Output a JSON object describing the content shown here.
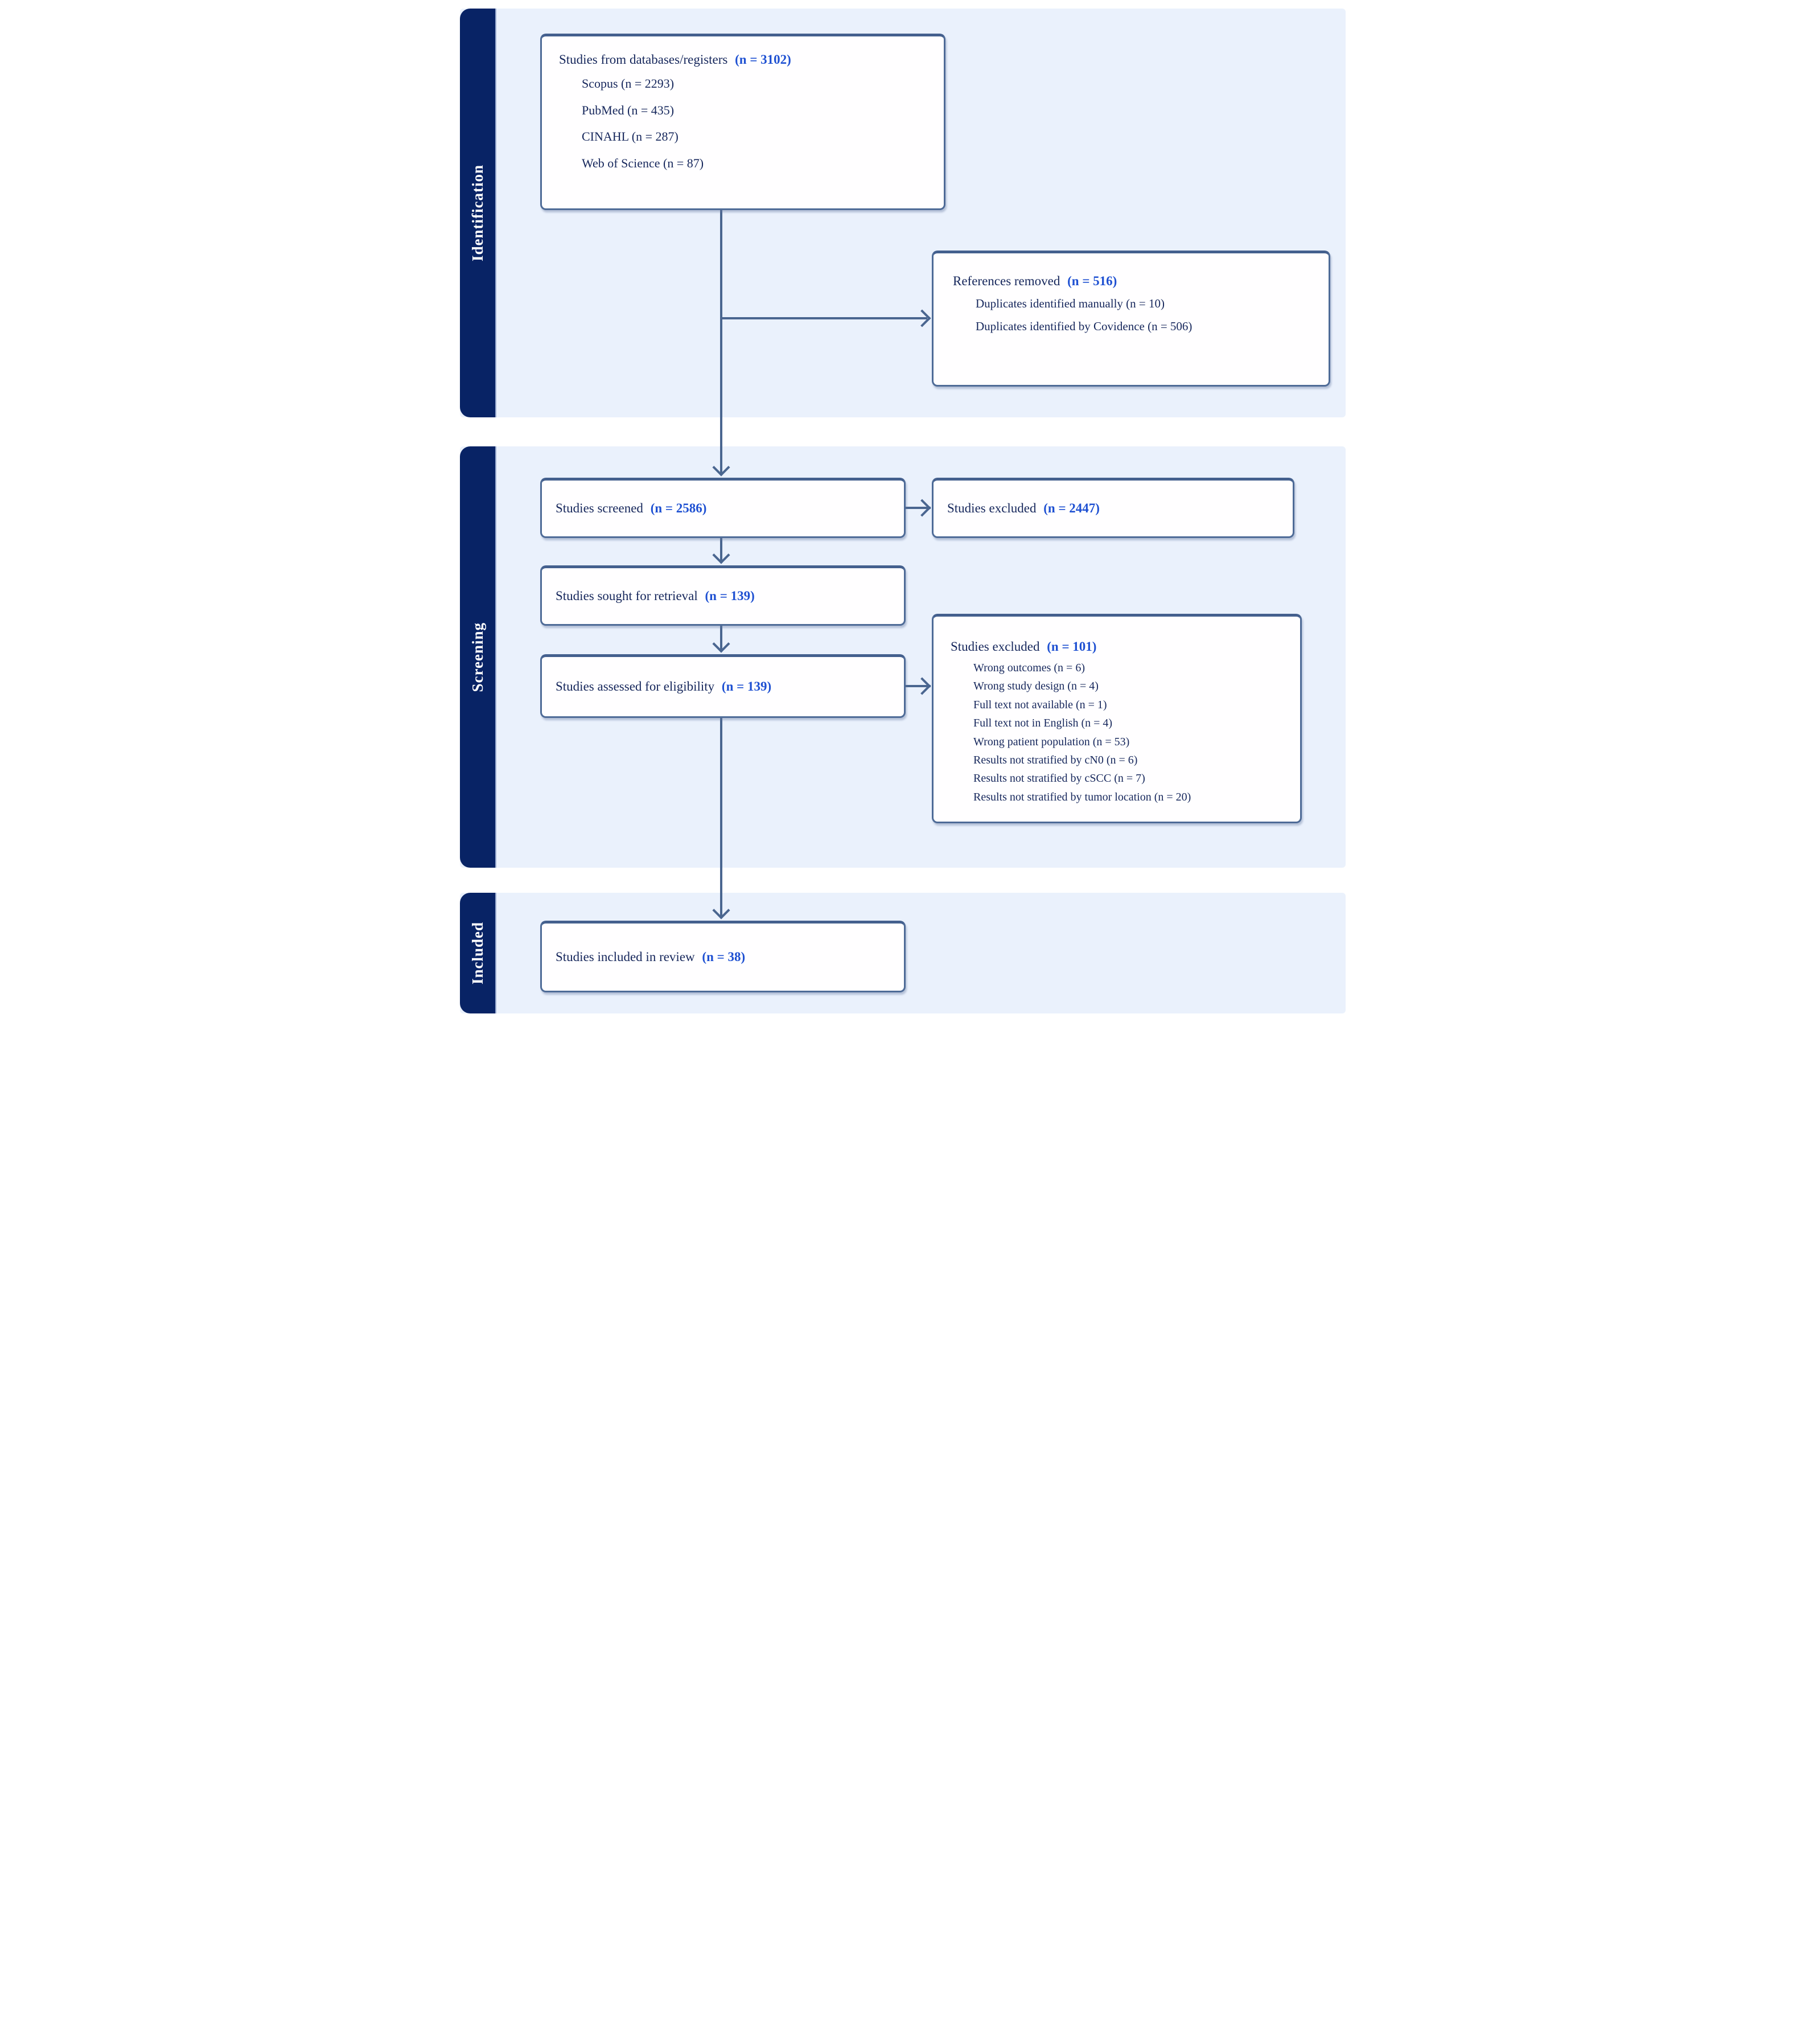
{
  "colors": {
    "sidebar_navy": "#082365",
    "band_light_blue": "#eaf1fc",
    "box_border": "#4e6b97",
    "box_fill": "#fffeff",
    "text_navy": "#15265b",
    "count_blue": "#1e50d2",
    "arrow": "#4a6690"
  },
  "sidebar": {
    "identification": "Identification",
    "screening": "Screening",
    "included": "Included"
  },
  "boxes": {
    "databases": {
      "label": "Studies from databases/registers",
      "count": "(n = 3102)",
      "items": [
        "Scopus (n = 2293)",
        "PubMed (n = 435)",
        "CINAHL (n = 287)",
        "Web of Science (n = 87)"
      ]
    },
    "references_removed": {
      "label": "References removed",
      "count": "(n = 516)",
      "items": [
        "Duplicates identified manually (n = 10)",
        "Duplicates identified by Covidence (n = 506)"
      ]
    },
    "screened": {
      "label": "Studies screened",
      "count": "(n = 2586)"
    },
    "excluded_screening": {
      "label": "Studies excluded",
      "count": "(n = 2447)"
    },
    "sought": {
      "label": "Studies sought for retrieval",
      "count": "(n = 139)"
    },
    "assessed": {
      "label": "Studies assessed for eligibility",
      "count": "(n = 139)"
    },
    "excluded_eligibility": {
      "label": "Studies excluded",
      "count": "(n = 101)",
      "items": [
        "Wrong outcomes (n = 6)",
        "Wrong study design (n = 4)",
        "Full text not available (n = 1)",
        "Full text not in English (n = 4)",
        "Wrong patient population (n = 53)",
        "Results not stratified by cN0 (n = 6)",
        "Results not stratified by cSCC (n = 7)",
        "Results not stratified by tumor location (n = 20)"
      ]
    },
    "included": {
      "label": "Studies included in review",
      "count": "(n = 38)"
    }
  }
}
